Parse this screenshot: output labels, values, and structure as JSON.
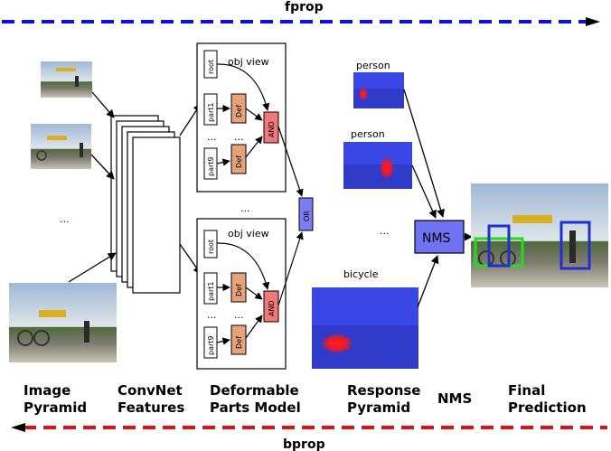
{
  "fprop_label": "fprop",
  "bprop_label": "bprop",
  "stages": {
    "image_pyramid": [
      "Image",
      "Pyramid"
    ],
    "convnet_features": [
      "ConvNet",
      "Features"
    ],
    "dpm": [
      "Deformable",
      "Parts Model"
    ],
    "response_pyramid": [
      "Response",
      "Pyramid"
    ],
    "nms": [
      "NMS"
    ],
    "final_prediction": [
      "Final",
      "Prediction"
    ]
  },
  "dpm": {
    "view_label": "obj view",
    "root_label": "root",
    "part1_label": "part1",
    "part9_label": "part9",
    "def_label": "Def",
    "and_label": "AND",
    "or_label": "OR"
  },
  "responses": {
    "person_1": "person",
    "person_2": "person",
    "bicycle": "bicycle"
  },
  "nms_box_label": "NMS",
  "ellipsis": "...",
  "colors": {
    "fprop": "#1010d8",
    "bprop": "#e01010",
    "def_fill": "#e8a27a",
    "and_fill": "#f07878",
    "or_fill": "#7a7ef2",
    "nms_fill": "#6f73f2",
    "response_bg": "#3b46e6",
    "detection_green": "#22dd22",
    "detection_blue": "#1f2fd0"
  }
}
